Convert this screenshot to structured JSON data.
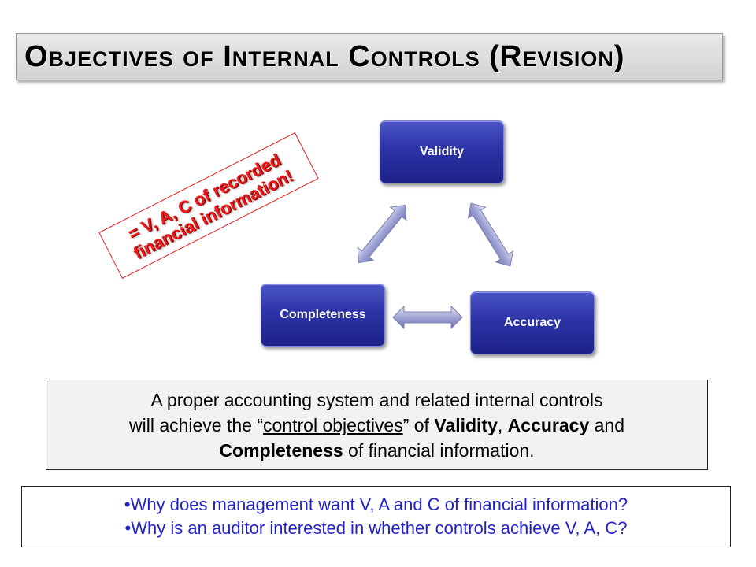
{
  "title": "Objectives of Internal Controls (Revision)",
  "diagram": {
    "nodes": {
      "validity": "Validity",
      "accuracy": "Accuracy",
      "completeness": "Completeness"
    }
  },
  "annotation": {
    "line1": "= V, A, C of recorded",
    "line2": "financial information!",
    "color": "#f01818"
  },
  "statement": {
    "line1": "A proper accounting system and related internal controls",
    "line2_a": "will achieve the “",
    "line2_link": "control objectives",
    "line2_b": "” of ",
    "validity": "Validity",
    "comma": ", ",
    "accuracy": "Accuracy",
    "and": " and",
    "completeness": "Completeness",
    "line3_end": " of financial information."
  },
  "questions": [
    "•Why does management want V, A and C of financial information?",
    "•Why is an auditor interested in whether controls achieve V, A, C?"
  ],
  "colors": {
    "node": "#2c33a6",
    "question_text": "#2222cc"
  }
}
